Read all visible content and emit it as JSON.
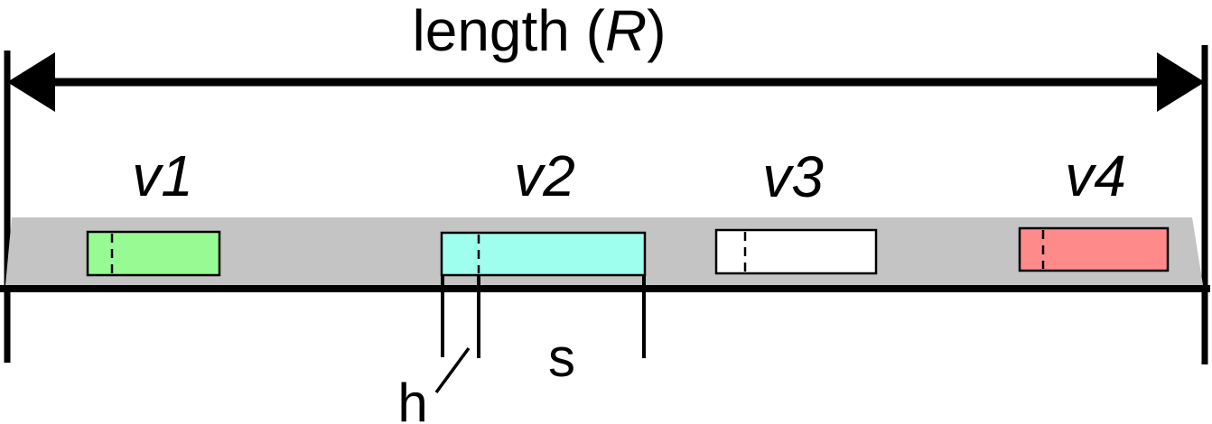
{
  "figure": {
    "title": {
      "prefix": "length (",
      "symbol": "R",
      "suffix": ")"
    },
    "road": {
      "fill": "#C4C4C4",
      "edge_color": "#000000"
    },
    "vehicles": [
      {
        "label": "v1",
        "fill": "#97FA93"
      },
      {
        "label": "v2",
        "fill": "#9EFFEF"
      },
      {
        "label": "v3",
        "fill": "#FFFFFF"
      },
      {
        "label": "v4",
        "fill": "#FF8A8A"
      }
    ],
    "measurements": {
      "headway": "h",
      "spacing": "s"
    }
  }
}
